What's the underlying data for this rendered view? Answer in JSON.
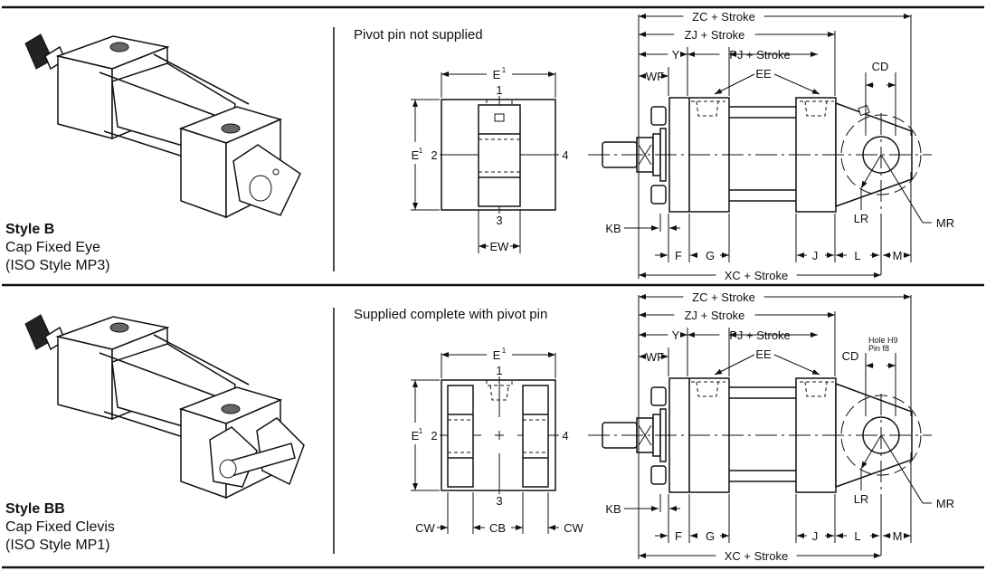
{
  "sections": [
    {
      "id": "style-b",
      "style_title": "Style B",
      "mount_name": "Cap Fixed Eye",
      "iso_style": "(ISO Style MP3)",
      "note": "Pivot pin not supplied",
      "end_view": {
        "width_label": "E",
        "width_sup": "1",
        "height_label": "E",
        "height_sup": "1",
        "port_positions": [
          "1",
          "2",
          "3",
          "4"
        ],
        "bottom_labels": [
          "EW"
        ]
      },
      "side_view": {
        "dimensions": {
          "zc": "ZC + Stroke",
          "zj": "ZJ + Stroke",
          "y": "Y",
          "pj": "PJ + Stroke",
          "wf": "WF",
          "ee": "EE",
          "cd": "CD",
          "kb": "KB",
          "f": "F",
          "g": "G",
          "j": "J",
          "l": "L",
          "m": "M",
          "lr": "LR",
          "mr": "MR",
          "xc": "XC + Stroke"
        },
        "tolerance_note": []
      }
    },
    {
      "id": "style-bb",
      "style_title": "Style BB",
      "mount_name": "Cap Fixed Clevis",
      "iso_style": "(ISO Style MP1)",
      "note": "Supplied complete with pivot pin",
      "end_view": {
        "width_label": "E",
        "width_sup": "1",
        "height_label": "E",
        "height_sup": "1",
        "port_positions": [
          "1",
          "2",
          "3",
          "4"
        ],
        "bottom_labels": [
          "CW",
          "CB",
          "CW"
        ]
      },
      "side_view": {
        "dimensions": {
          "zc": "ZC + Stroke",
          "zj": "ZJ + Stroke",
          "y": "Y",
          "pj": "PJ + Stroke",
          "wf": "WF",
          "ee": "EE",
          "cd": "CD",
          "kb": "KB",
          "f": "F",
          "g": "G",
          "j": "J",
          "l": "L",
          "m": "M",
          "lr": "LR",
          "mr": "MR",
          "xc": "XC + Stroke"
        },
        "tolerance_note": [
          "Hole H9",
          "Pin f8"
        ]
      }
    }
  ]
}
